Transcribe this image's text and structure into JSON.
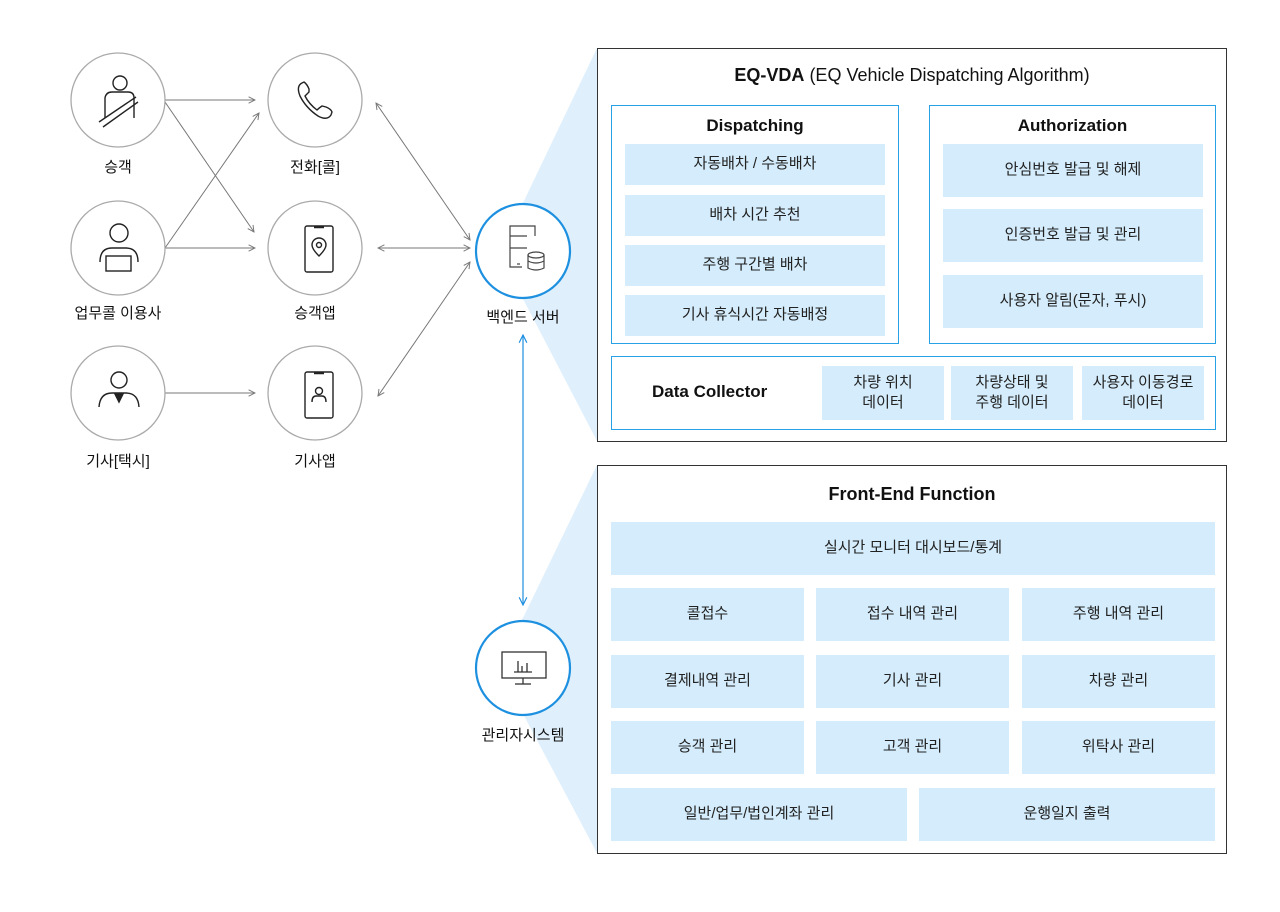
{
  "left_nodes": {
    "passenger": {
      "label": "승객",
      "icon": "seatbelt-passenger-icon"
    },
    "business_user": {
      "label": "업무콜 이용사",
      "icon": "office-worker-icon"
    },
    "driver": {
      "label": "기사[택시]",
      "icon": "driver-person-icon"
    }
  },
  "channel_nodes": {
    "phone_call": {
      "label": "전화[콜]",
      "icon": "phone-icon"
    },
    "passenger_app": {
      "label": "승객앱",
      "icon": "smartphone-location-icon"
    },
    "driver_app": {
      "label": "기사앱",
      "icon": "smartphone-user-icon"
    }
  },
  "hub_nodes": {
    "backend": {
      "label": "백엔드 서버",
      "icon": "server-database-icon"
    },
    "admin": {
      "label": "관리자시스템",
      "icon": "monitor-chart-icon"
    }
  },
  "colors": {
    "accent": "#1e90e0",
    "cell_fill": "#d4ecfb",
    "wedge_fill": "#dff0fc",
    "connector": "#777777",
    "node_border": "#aaaaaa"
  },
  "eq_vda": {
    "title_bold": "EQ-VDA",
    "title_rest": " (EQ Vehicle Dispatching Algorithm)",
    "dispatching": {
      "title": "Dispatching",
      "items": [
        "자동배차 / 수동배차",
        "배차 시간 추천",
        "주행 구간별 배차",
        "기사 휴식시간 자동배정"
      ]
    },
    "authorization": {
      "title": "Authorization",
      "items": [
        "안심번호 발급 및 해제",
        "인증번호 발급 및 관리",
        "사용자 알림(문자, 푸시)"
      ]
    },
    "data_collector": {
      "title": "Data Collector",
      "items": [
        "차량 위치\n데이터",
        "차량상태 및\n주행 데이터",
        "사용자 이동경로\n데이터"
      ]
    }
  },
  "front_end": {
    "title": "Front-End Function",
    "top_item": "실시간 모니터 대시보드/통계",
    "grid_items": [
      "콜접수",
      "접수 내역 관리",
      "주행 내역 관리",
      "결제내역 관리",
      "기사 관리",
      "차량 관리",
      "승객 관리",
      "고객 관리",
      "위탁사 관리"
    ],
    "bottom_items": [
      "일반/업무/법인계좌 관리",
      "운행일지 출력"
    ]
  }
}
